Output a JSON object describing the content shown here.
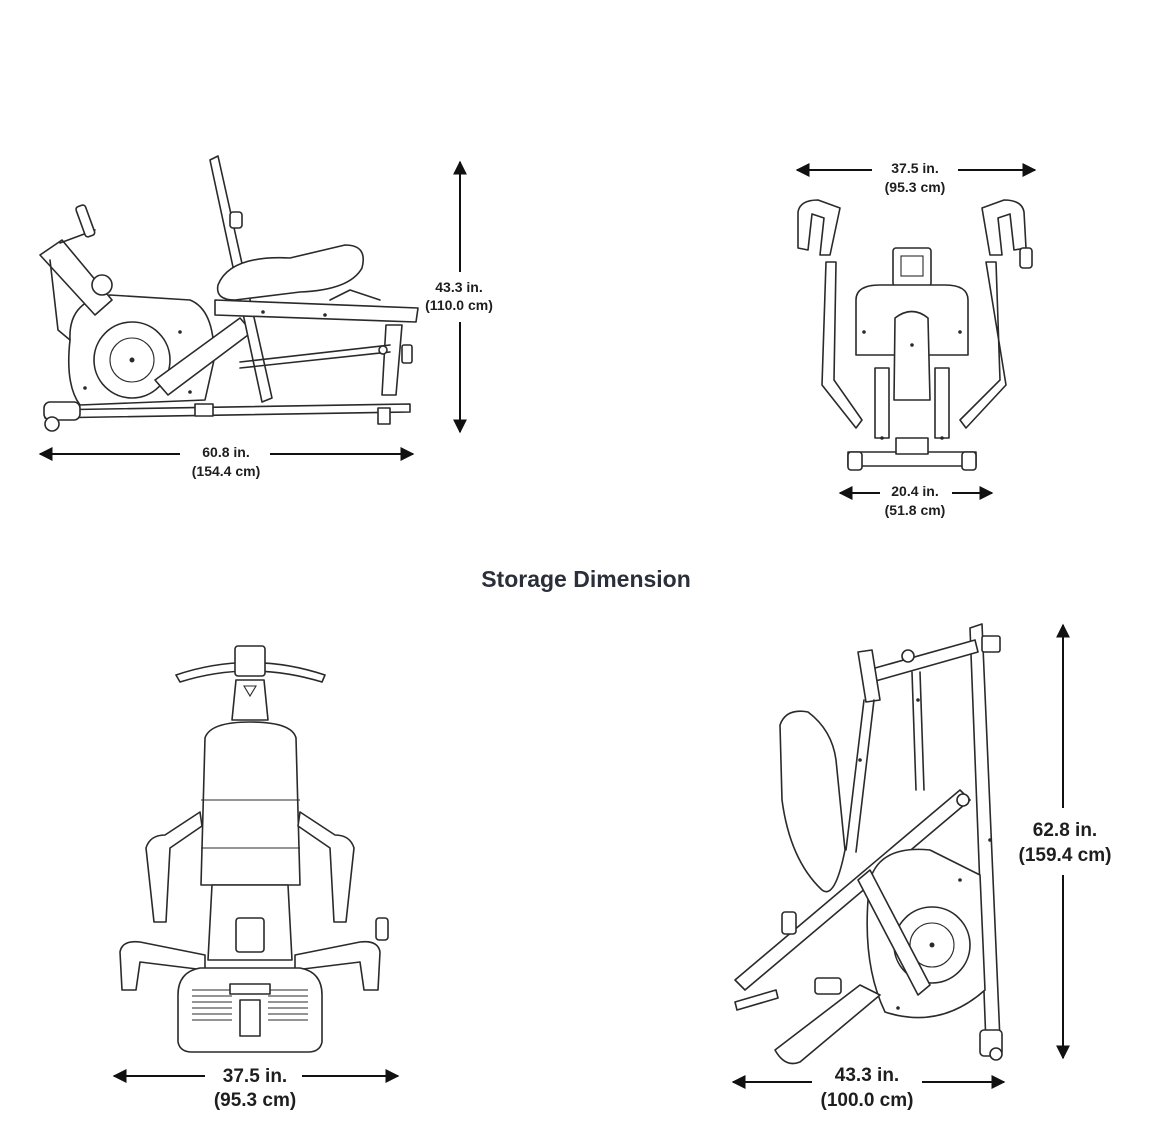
{
  "heading": "Storage Dimension",
  "views": {
    "side_use": {
      "width_in": "60.8 in.",
      "width_cm": "(154.4 cm)",
      "height_in": "43.3 in.",
      "height_cm": "(110.0 cm)"
    },
    "front_use": {
      "top_in": "37.5 in.",
      "top_cm": "(95.3 cm)",
      "base_in": "20.4 in.",
      "base_cm": "(51.8 cm)"
    },
    "front_storage": {
      "width_in": "37.5 in.",
      "width_cm": "(95.3 cm)"
    },
    "side_storage": {
      "width_in": "43.3 in.",
      "width_cm": "(100.0 cm)",
      "height_in": "62.8 in.",
      "height_cm": "(159.4 cm)"
    }
  },
  "colors": {
    "line": "#2a2a2a",
    "heading": "#2b2f3a",
    "background": "#ffffff"
  }
}
